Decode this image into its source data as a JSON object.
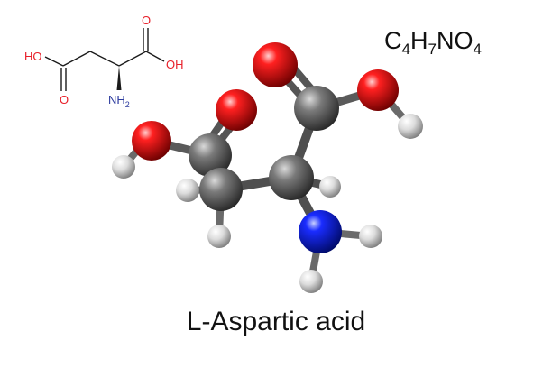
{
  "title": "L-Aspartic acid",
  "formula": {
    "parts": [
      {
        "symbol": "C",
        "count": "4"
      },
      {
        "symbol": "H",
        "count": "7"
      },
      {
        "symbol": "N",
        "count": ""
      },
      {
        "symbol": "O",
        "count": "4"
      }
    ]
  },
  "skeletal": {
    "labels": {
      "left_hydroxyl": "HO",
      "left_carbonyl_o": "O",
      "right_carbonyl_o": "O",
      "right_hydroxyl": "OH",
      "amino": "NH",
      "amino_subscript": "2"
    }
  },
  "colors": {
    "oxygen_label": "#e8202a",
    "nitrogen_label": "#2b3a9e",
    "bond": "#1a1a1a",
    "carbon": "#4a4a4a",
    "oxygen": "#e00000",
    "nitrogen": "#0a1ee0",
    "hydrogen": "#d8d8d8",
    "text": "#111111"
  }
}
